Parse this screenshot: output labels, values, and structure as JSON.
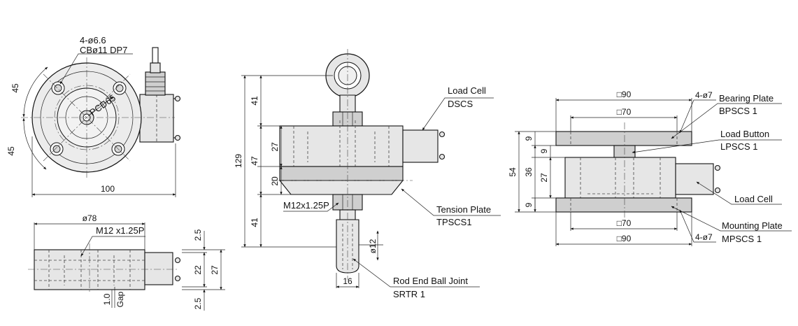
{
  "views": {
    "top": {
      "holes_line1": "4-ø6.6",
      "holes_line2": "CBø11 DP7",
      "pcd": "PCD65",
      "angle_top": "45",
      "angle_bottom": "45",
      "width": "100"
    },
    "front": {
      "diameter": "ø78",
      "thread": "M12 x1.25P",
      "dim_top": "2.5",
      "dim_mid": "22",
      "dim_total": "27",
      "dim_bottom": "2.5",
      "gap_value": "1.0",
      "gap_label": "Gap"
    },
    "tension": {
      "h_top": "41",
      "h_total": "129",
      "h_body": "47",
      "h_upper": "27",
      "h_lower": "20",
      "h_bottom": "41",
      "thread": "M12x1.25P",
      "rod_dia": "ø12",
      "rod_width": "16",
      "callouts": {
        "load_cell": "Load Cell",
        "load_cell_model": "DSCS",
        "tension_plate": "Tension Plate",
        "tension_plate_model": "TPSCS1",
        "rod_end": "Rod End Ball Joint",
        "rod_end_model": "SRTR 1"
      }
    },
    "compression": {
      "top_outer": "□90",
      "top_inner": "□70",
      "top_holes": "4-ø7",
      "bottom_inner": "□70",
      "bottom_outer": "□90",
      "bottom_holes": "4-ø7",
      "h_total": "54",
      "h_mid": "36",
      "h_cell": "27",
      "h_top_plate": "9",
      "h_button": "9",
      "h_bottom_plate": "9",
      "callouts": {
        "bearing_plate": "Bearing Plate",
        "bearing_plate_model": "BPSCS 1",
        "load_button": "Load Button",
        "load_button_model": "LPSCS 1",
        "load_cell": "Load Cell",
        "mounting_plate": "Mounting Plate",
        "mounting_plate_model": "MPSCS 1"
      }
    }
  }
}
